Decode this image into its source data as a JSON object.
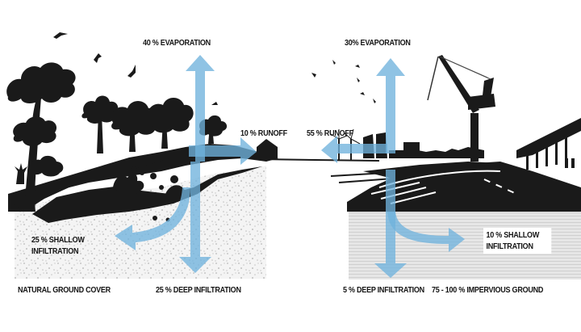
{
  "title": "Natural ground cover vs. impervious ground water cycle",
  "colors": {
    "arrow": "#6fb2dd",
    "silhouette": "#1a1a1a",
    "natural_soil": "#f1f1f1",
    "impervious_ground": "#dcdcdc"
  },
  "natural": {
    "evaporation": "40 % EVAPORATION",
    "runoff": "10 % RUNOFF",
    "shallow_infiltration_line1": "25 % SHALLOW",
    "shallow_infiltration_line2": "INFILTRATION",
    "deep_infiltration": "25 % DEEP INFILTRATION",
    "ground_label": "NATURAL GROUND COVER"
  },
  "urban": {
    "evaporation": "30% EVAPORATION",
    "runoff": "55 % RUNOFF",
    "shallow_infiltration_line1": "10  % SHALLOW",
    "shallow_infiltration_line2": "INFILTRATION",
    "deep_infiltration": "5 % DEEP INFILTRATION",
    "ground_label": "75 - 100 % IMPERVIOUS GROUND"
  },
  "icons": [
    "bird-icon",
    "tree-icon",
    "crane-icon",
    "wind-turbine-icon",
    "building-icon",
    "highway-icon"
  ]
}
